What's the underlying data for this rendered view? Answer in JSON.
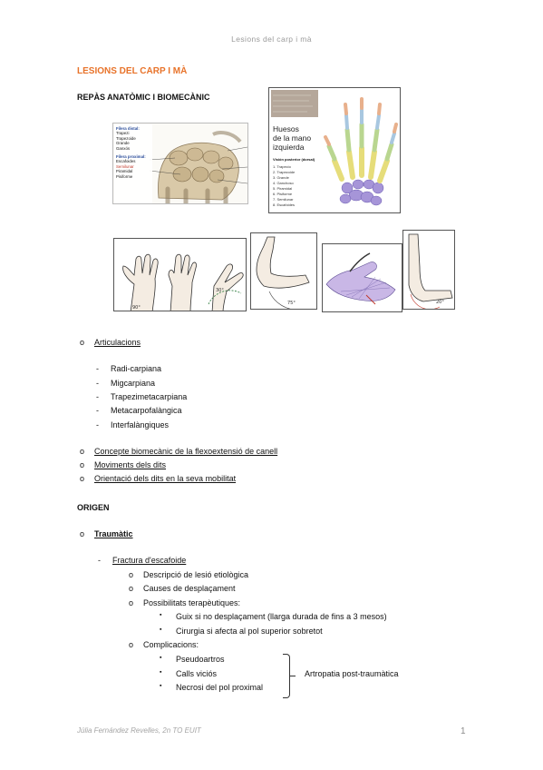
{
  "running_header": "Lesions del carp i mà",
  "doc_title": "LESIONS DEL CARP I MÀ",
  "section_review": "REPÀS ANATÒMIC I BIOMECÀNIC",
  "fig_carpus": {
    "distal_title": "Filera distal:",
    "distal_items": [
      "Trapezi",
      "Trapezoide",
      "Grande",
      "Ganxós"
    ],
    "proximal_title": "Filera proximal:",
    "proximal_items": [
      "Escafoides",
      "Semilunar",
      "Piramidal",
      "Pisiforme"
    ]
  },
  "fig_hand": {
    "title_line1": "Huesos",
    "title_line2": "de la mano",
    "title_line3": "izquierda",
    "subtitle": "Visión posterior (dorsal)",
    "numbered": [
      "1. Trapecio",
      "2. Trapezoide",
      "3. Grande",
      "4. Ganchoso",
      "5. Piramidal",
      "6. Pisiforme",
      "7. Semilunar",
      "8. Escafoides"
    ]
  },
  "fig_range": {
    "labels": [
      "90°",
      "30°",
      "75°",
      "20°"
    ]
  },
  "list_markers": {
    "circle": "o",
    "dash": "-",
    "square": "▪"
  },
  "articulations": {
    "heading": "Articulacions",
    "items": [
      "Radi-carpiana",
      "Migcarpiana",
      "Trapezimetacarpiana",
      "Metacarpofalàngica",
      "Interfalàngiques"
    ]
  },
  "topics": [
    "Concepte biomecànic de la flexoextensió de canell",
    "Moviments dels dits",
    "Orientació dels dits en la seva mobilitat"
  ],
  "origin_heading": "ORIGEN",
  "traumatic": {
    "heading": "Traumàtic",
    "fracture": "Fractura d'escafoide",
    "sub1": "Descripció de lesió etiològica",
    "sub2": "Causes de desplaçament",
    "sub3": "Possibilitats terapèutiques:",
    "therapy": [
      "Guix si no desplaçament (llarga durada de fins a 3 mesos)",
      "Cirurgia si afecta al pol superior sobretot"
    ],
    "complications_label": "Complicacions:",
    "complications": [
      "Pseudoartros",
      "Calls viciós",
      "Necrosi del pol proximal"
    ],
    "bracket_note": "Artropatia post-traumàtica"
  },
  "footer_author": "Júlia Fernández Revelles, 2n TO EUIT",
  "page_number": "1",
  "colors": {
    "title": "#e8732a",
    "bone": "#d9c9a8",
    "carpal": "#a695d8",
    "metacarpal": "#e6dd7a",
    "phalanx_prox": "#b9d690",
    "phalanx_mid": "#a8c7e0",
    "phalanx_dist": "#e8b08c"
  }
}
